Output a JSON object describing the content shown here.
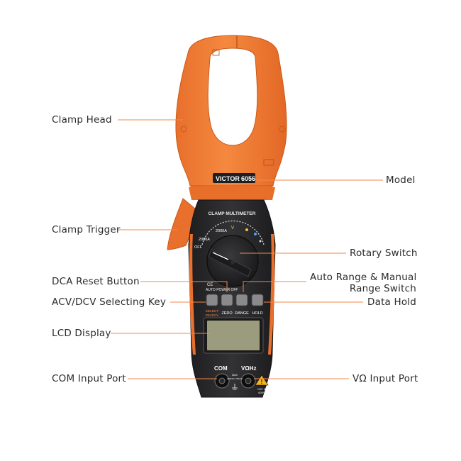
{
  "callouts": {
    "clamp_head": "Clamp Head",
    "model": "Model",
    "clamp_trigger": "Clamp Trigger",
    "rotary_switch": "Rotary Switch",
    "dca_reset": "DCA Reset Button",
    "auto_range_line1": "Auto Range & Manual",
    "auto_range_line2": "Range Switch",
    "acv_dcv": "ACV/DCV Selecting Key",
    "data_hold": "Data Hold",
    "lcd_display": "LCD Display",
    "com_port": "COM Input Port",
    "vohm_port": "VΩ Input Port"
  },
  "device": {
    "brand": "VICTOR",
    "model_number": "6056",
    "panel_title": "CLAMP MULTIMETER",
    "dial_2000A_a": "2000A",
    "dial_2000A_b": "2000A",
    "dial_v": "V",
    "dial_off": "OFF",
    "auto_power_off": "AUTO POWER OFF",
    "btn_select": "SELECT",
    "btn_select_sub": "REL/DCV",
    "btn_zero": "ZERO",
    "btn_range": "RANGE",
    "btn_hold": "HOLD",
    "port_com": "COM",
    "port_v": "VΩHz",
    "max_text": "MAX",
    "max_values": "1000V DC / 750V AC",
    "cat_text": "CAT III",
    "cat_volts": "600V"
  },
  "colors": {
    "orange": "#f07b35",
    "orange_dark": "#c95818",
    "body_dark": "#2a2a2c",
    "lcd": "#9b9c7d",
    "leader_line": "#f08a4b"
  }
}
